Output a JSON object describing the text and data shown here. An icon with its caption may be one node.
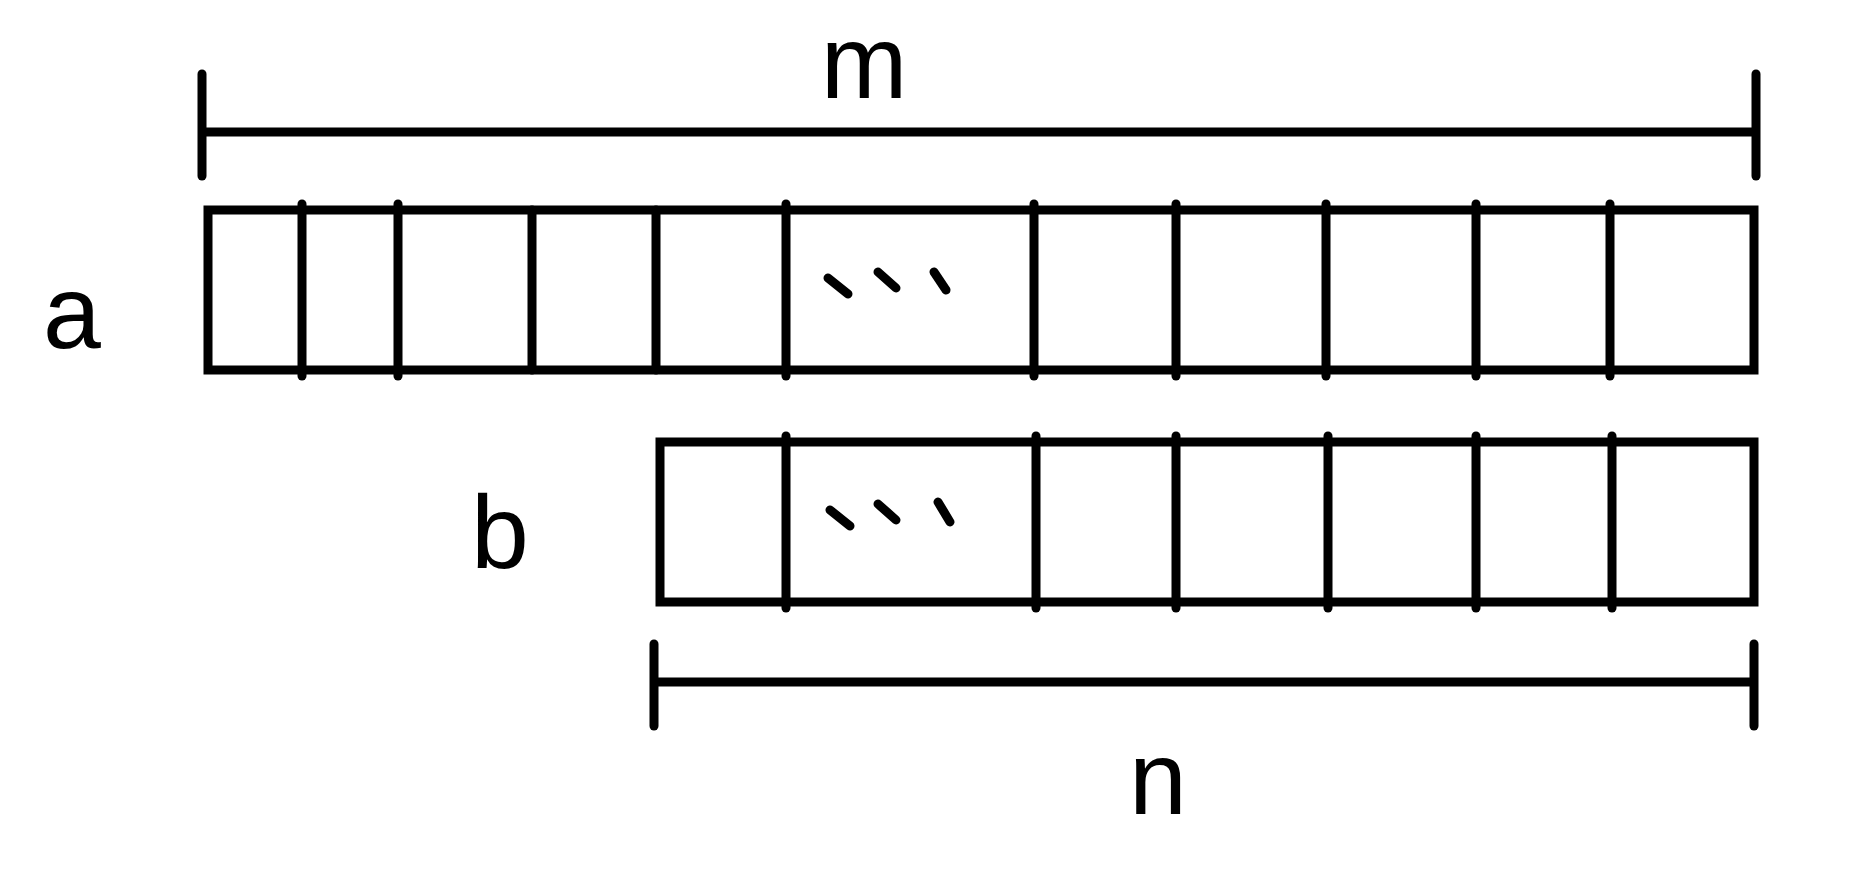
{
  "diagram": {
    "labels": [
      "m",
      "a",
      "b",
      "n"
    ]
  }
}
